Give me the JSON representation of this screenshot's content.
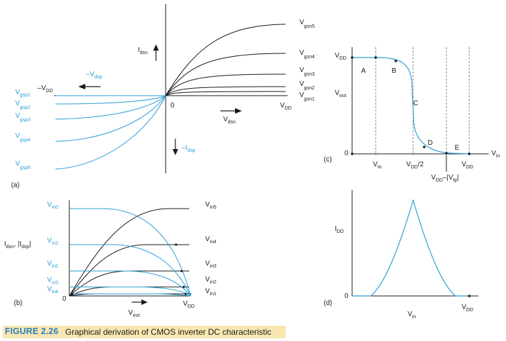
{
  "panel_a": {
    "tag": "(a)",
    "idsn": {
      "main": "I",
      "sub": "dsn"
    },
    "vgsn_curves": [
      {
        "main": "V",
        "sub": "gsn5"
      },
      {
        "main": "V",
        "sub": "gsn4"
      },
      {
        "main": "V",
        "sub": "gsn3"
      },
      {
        "main": "V",
        "sub": "gsn2"
      },
      {
        "main": "V",
        "sub": "gsn1"
      }
    ],
    "neg_vdsp": {
      "main": "–V",
      "sub": "dsp"
    },
    "neg_vdd": {
      "main": "–V",
      "sub": "DD"
    },
    "vgsp_curves": [
      {
        "main": "V",
        "sub": "gsp1"
      },
      {
        "main": "V",
        "sub": "gsp2"
      },
      {
        "main": "V",
        "sub": "gsp3"
      },
      {
        "main": "V",
        "sub": "gsp4"
      },
      {
        "main": "V",
        "sub": "gsp5"
      }
    ],
    "zero": "0",
    "vdd": {
      "main": "V",
      "sub": "DD"
    },
    "vdsn": {
      "main": "V",
      "sub": "dsn"
    },
    "neg_idsp": {
      "main": "–I",
      "sub": "dsp"
    }
  },
  "panel_b": {
    "tag": "(b)",
    "ylabel": {
      "p1": "I",
      "s1": "dsn",
      "p2": ", |I",
      "s2": "dsp",
      "p3": "|"
    },
    "vin_left": [
      {
        "main": "V",
        "sub": "in0"
      },
      {
        "main": "V",
        "sub": "in1"
      },
      {
        "main": "V",
        "sub": "in2"
      },
      {
        "main": "V",
        "sub": "in3"
      },
      {
        "main": "V",
        "sub": "in4"
      }
    ],
    "vin_right": [
      {
        "main": "V",
        "sub": "in5"
      },
      {
        "main": "V",
        "sub": "in4"
      },
      {
        "main": "V",
        "sub": "in3"
      },
      {
        "main": "V",
        "sub": "in2"
      },
      {
        "main": "V",
        "sub": "in1"
      }
    ],
    "zero": "0",
    "vout": {
      "main": "V",
      "sub": "out"
    },
    "vdd": {
      "main": "V",
      "sub": "DD"
    }
  },
  "panel_c": {
    "tag": "(c)",
    "vdd_y": {
      "main": "V",
      "sub": "DD"
    },
    "vout": {
      "main": "V",
      "sub": "out"
    },
    "zero": "0",
    "regions": [
      "A",
      "B",
      "C",
      "D",
      "E"
    ],
    "vtn": {
      "main": "V",
      "sub": "tn"
    },
    "vdd_half": {
      "main": "V",
      "sub": "DD",
      "tail": "/2"
    },
    "vdd_x": {
      "main": "V",
      "sub": "DD"
    },
    "vin": {
      "main": "V",
      "sub": "in"
    },
    "vdd_minus_vtp": {
      "p1": "V",
      "s1": "DD",
      "p2": "–|V",
      "s2": "tp",
      "p3": "|"
    }
  },
  "panel_d": {
    "tag": "(d)",
    "idd": {
      "main": "I",
      "sub": "DD"
    },
    "zero": "0",
    "vdd": {
      "main": "V",
      "sub": "DD"
    },
    "vin": {
      "main": "V",
      "sub": "in"
    }
  },
  "caption": {
    "figure": "FIGURE 2.26",
    "text": "Graphical derivation of CMOS inverter DC characteristic"
  },
  "colors": {
    "ink": "#1a1a1a",
    "accent": "#2a9fd6",
    "caption_bg": "#f8e7b0",
    "caption_fig": "#2a7fc0"
  }
}
